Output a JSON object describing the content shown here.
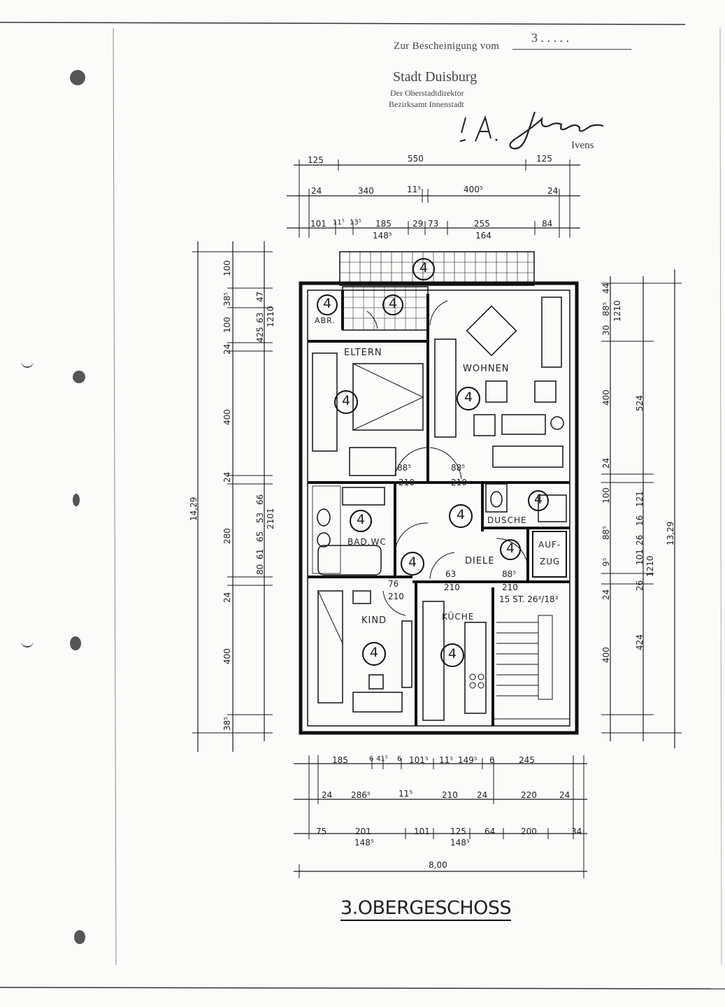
{
  "stamp": {
    "approval": "Zur Bescheinigung vom",
    "date": "3 . . . . .",
    "city": "Stadt Duisburg",
    "office": "Der Oberstadtdirektor",
    "department": "Bezirksamt Innenstadt",
    "signature": "i.A. Ivens",
    "signer": "Ivens"
  },
  "rooms": {
    "abr": "ABR.",
    "eltern": "ELTERN",
    "wohnen": "WOHNEN",
    "bad": "BAD.WC",
    "dusche": "DUSCHE",
    "diele": "DIELE",
    "aufzug": "AUF-",
    "aufzug2": "ZUG",
    "kind": "KIND",
    "kueche": "KÜCHE",
    "stair": "15 ST. 26³/18³"
  },
  "unit_mark": "4",
  "top_dims": {
    "row1": [
      "125",
      "550",
      "125"
    ],
    "row2": [
      "24",
      "340",
      "11⁵",
      "400⁵",
      "24"
    ],
    "row3": [
      "101",
      "11⁵",
      "13⁵",
      "185",
      "29",
      "73",
      "255",
      "84"
    ],
    "row3b": [
      "148⁵",
      "164"
    ]
  },
  "bottom_dims": {
    "row1": [
      "185",
      "6",
      "41⁵",
      "6",
      "101⁵",
      "11⁵",
      "149⁵",
      "6",
      "245"
    ],
    "row2": [
      "24",
      "286⁵",
      "11⁵",
      "210",
      "24",
      "220",
      "24"
    ],
    "row3": [
      "75",
      "201",
      "101",
      "125",
      "64",
      "200",
      "34"
    ],
    "row3b": [
      "148⁵",
      "148⁵"
    ],
    "total": "8,00"
  },
  "left_dims": {
    "outer": [
      "100",
      "38⁵",
      "100",
      "24",
      "400",
      "24",
      "280",
      "24",
      "400",
      "38⁵"
    ],
    "inner": [
      "47",
      "63",
      "5",
      "42",
      "1210",
      "66",
      "53",
      "65",
      "80",
      "61",
      "2101"
    ],
    "total": "14,29"
  },
  "right_dims": {
    "outer": [
      "44",
      "88⁵",
      "30",
      "1210",
      "400",
      "24",
      "100",
      "88⁵",
      "9⁵",
      "24",
      "400"
    ],
    "inner": [
      "524",
      "121",
      "16",
      "26",
      "101",
      "26",
      "1210",
      "424"
    ],
    "total": "13,29"
  },
  "door_dims": [
    "88⁵",
    "210",
    "88⁵",
    "210",
    "76",
    "210",
    "63",
    "210",
    "88⁵",
    "210"
  ],
  "title": "3.OBERGESCHOSS",
  "colors": {
    "ink": "#1a1a1a",
    "paper": "#fbfbfa"
  }
}
